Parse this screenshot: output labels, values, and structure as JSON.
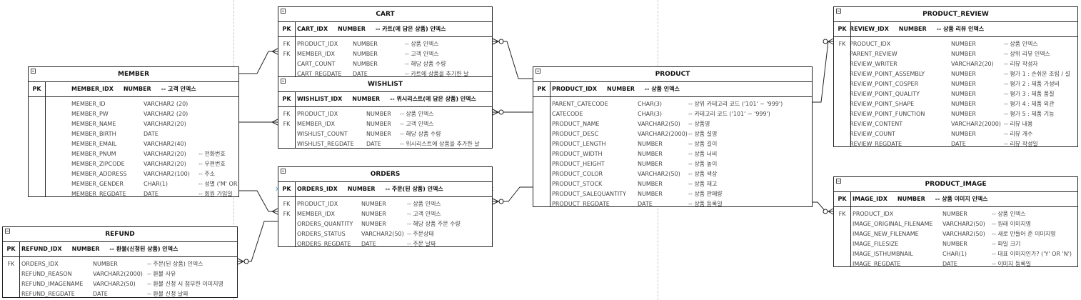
{
  "tables": {
    "member": {
      "title": "MEMBER",
      "pk": "PK",
      "pk_text": "MEMBER_IDX     NUMBER     -- 고객 인덱스",
      "rows": [
        {
          "key": "",
          "name": "MEMBER_ID",
          "type": "VARCHAR2 (20)",
          "comment": ""
        },
        {
          "key": "",
          "name": "MEMBER_PW",
          "type": "VARCHAR2 (20)",
          "comment": ""
        },
        {
          "key": "",
          "name": "MEMBER_NAME",
          "type": "VARCHAR2(20)",
          "comment": ""
        },
        {
          "key": "",
          "name": "MEMBER_BIRTH",
          "type": "DATE",
          "comment": ""
        },
        {
          "key": "",
          "name": "MEMBER_EMAIL",
          "type": "VARCHAR2(40)",
          "comment": ""
        },
        {
          "key": "",
          "name": "MEMBER_PNUM",
          "type": "VARCHAR2(20)",
          "comment": "-- 전화번호"
        },
        {
          "key": "",
          "name": "MEMBER_ZIPCODE",
          "type": "VARCHAR2(20)",
          "comment": "-- 우편번호"
        },
        {
          "key": "",
          "name": "MEMBER_ADDRESS",
          "type": "VARCHAR2(100)",
          "comment": "-- 주소"
        },
        {
          "key": "",
          "name": "MEMBER_GENDER",
          "type": "CHAR(1)",
          "comment": "-- 성별 ('M' OR 'F' OR 'N')"
        },
        {
          "key": "",
          "name": "MEMBER_REGDATE",
          "type": "DATE",
          "comment": "-- 회원 가입일"
        }
      ]
    },
    "cart": {
      "title": "CART",
      "pk": "PK",
      "pk_text": "CART_IDX     NUMBER     -- 카트(에 담은 상품) 인덱스",
      "rows": [
        {
          "key": "FK",
          "name": "PRODUCT_IDX",
          "type": "NUMBER",
          "comment": "-- 상품 인덱스"
        },
        {
          "key": "FK",
          "name": "MEMBER_IDX",
          "type": "NUMBER",
          "comment": "-- 고객 인덱스"
        },
        {
          "key": "",
          "name": "CART_COUNT",
          "type": "NUMBER",
          "comment": "-- 해당 상품 수량"
        },
        {
          "key": "",
          "name": "CART_REGDATE",
          "type": "DATE",
          "comment": "-- 카트에 상품을 추가한 날"
        }
      ]
    },
    "wishlist": {
      "title": "WISHLIST",
      "pk": "PK",
      "pk_text": "WISHLIST_IDX     NUMBER     -- 위시리스트(에 담은 상품) 인덱스",
      "rows": [
        {
          "key": "FK",
          "name": "PRODUCT_IDX",
          "type": "NUMBER",
          "comment": "-- 상품 인덱스"
        },
        {
          "key": "FK",
          "name": "MEMBER_IDX",
          "type": "NUMBER",
          "comment": "-- 고객 인덱스"
        },
        {
          "key": "",
          "name": "WISHLIST_COUNT",
          "type": "NUMBER",
          "comment": "-- 해당 상품 수량"
        },
        {
          "key": "",
          "name": "WISHLIST_REGDATE",
          "type": "DATE",
          "comment": "-- 위시리스트에 상품을 추가한 날"
        }
      ]
    },
    "orders": {
      "title": "ORDERS",
      "pk": "PK",
      "pk_text": "ORDERS_IDX     NUMBER     -- 주문(된 상품) 인덱스",
      "rows": [
        {
          "key": "FK",
          "name": "PRODUCT_IDX",
          "type": "NUMBER",
          "comment": "-- 상품 인덱스"
        },
        {
          "key": "FK",
          "name": "MEMBER_IDX",
          "type": "NUMBER",
          "comment": "-- 고객 인덱스"
        },
        {
          "key": "",
          "name": "ORDERS_QUANTITY",
          "type": "NUMBER",
          "comment": "-- 해당 상품 주문 수량"
        },
        {
          "key": "",
          "name": "ORDERS_STATUS",
          "type": "VARCHAR2(50)",
          "comment": "-- 주문상태"
        },
        {
          "key": "",
          "name": "ORDERS_REGDATE",
          "type": "DATE",
          "comment": "-- 주문 날짜"
        }
      ]
    },
    "refund": {
      "title": "REFUND",
      "pk": "PK",
      "pk_text": "REFUND_IDX     NUMBER     -- 환불(신청된 상품) 인덱스",
      "rows": [
        {
          "key": "FK",
          "name": "ORDERS_IDX",
          "type": "NUMBER",
          "comment": "-- 주문(된 상품) 인덱스"
        },
        {
          "key": "",
          "name": "REFUND_REASON",
          "type": "VARCHAR2(2000)",
          "comment": "-- 환불 사유"
        },
        {
          "key": "",
          "name": "REFUND_IMAGENAME",
          "type": "VARCHAR2(50)",
          "comment": "-- 환불 신청 시 첨부한 이미지명"
        },
        {
          "key": "",
          "name": "REFUND_REGDATE",
          "type": "DATE",
          "comment": "-- 환불 신청 날짜"
        }
      ]
    },
    "product": {
      "title": "PRODUCT",
      "pk": "PK",
      "pk_text": "PRODUCT_IDX     NUMBER     -- 상품 인덱스",
      "rows": [
        {
          "key": "",
          "name": "PARENT_CATECODE",
          "type": "CHAR(3)",
          "comment": "-- 상위 카테고리 코드 ('101' ~ '999')"
        },
        {
          "key": "",
          "name": "CATECODE",
          "type": "CHAR(3)",
          "comment": "-- 카테고리 코드 ('101' ~ '999')"
        },
        {
          "key": "",
          "name": "PRODUCT_NAME",
          "type": "VARCHAR2(50)",
          "comment": "-- 상품명"
        },
        {
          "key": "",
          "name": "PRODUCT_DESC",
          "type": "VARCHAR2(2000)",
          "comment": "-- 상품 설명"
        },
        {
          "key": "",
          "name": "PRODUCT_LENGTH",
          "type": "NUMBER",
          "comment": "-- 상품 길이"
        },
        {
          "key": "",
          "name": "PRODUCT_WIDTH",
          "type": "NUMBER",
          "comment": "-- 상품 너비"
        },
        {
          "key": "",
          "name": "PRODUCT_HEIGHT",
          "type": "NUMBER",
          "comment": "-- 상품 높이"
        },
        {
          "key": "",
          "name": "PRODUCT_COLOR",
          "type": "VARCHAR2(50)",
          "comment": "-- 상품 색상"
        },
        {
          "key": "",
          "name": "PRODUCT_STOCK",
          "type": "NUMBER",
          "comment": "-- 상품 재고"
        },
        {
          "key": "",
          "name": "PRODUCT_SALEQUANTITY",
          "type": "NUMBER",
          "comment": "-- 상품 판매량"
        },
        {
          "key": "",
          "name": "PRODUCT_REGDATE",
          "type": "DATE",
          "comment": "-- 상품 등록일"
        }
      ]
    },
    "product_review": {
      "title": "PRODUCT_REVIEW",
      "pk": "PK",
      "pk_text": "REVIEW_IDX     NUMBER     -- 상품 리뷰 인덱스",
      "rows": [
        {
          "key": "FK",
          "name": "PRODUCT_IDX",
          "type": "NUMBER",
          "comment": "-- 상품 인덱스"
        },
        {
          "key": "",
          "name": "PARENT_REVIEW",
          "type": "NUMBER",
          "comment": "-- 상위 리뷰 인덱스"
        },
        {
          "key": "",
          "name": "REVIEW_WRITER",
          "type": "VARCHAR2(20)",
          "comment": "-- 리뷰 작성자"
        },
        {
          "key": "",
          "name": "REVIEW_POINT_ASSEMBLY",
          "type": "NUMBER",
          "comment": "-- 평가 1 : 손쉬운 조립 / 설"
        },
        {
          "key": "",
          "name": "REVIEW_POINT_COSPER",
          "type": "NUMBER",
          "comment": "-- 평가 2 : 제품 가성비"
        },
        {
          "key": "",
          "name": "REVIEW_POINT_QUALITY",
          "type": "NUMBER",
          "comment": "-- 평가 3 : 제품 품질"
        },
        {
          "key": "",
          "name": "REVIEW_POINT_SHAPE",
          "type": "NUMBER",
          "comment": "-- 평가 4 : 제품 외관"
        },
        {
          "key": "",
          "name": "REVIEW_POINT_FUNCTION",
          "type": "NUMBER",
          "comment": "-- 평가 5 : 제품 기능"
        },
        {
          "key": "",
          "name": "REVIEW_CONTENT",
          "type": "VARCHAR2(2000)",
          "comment": "-- 리뷰 내용"
        },
        {
          "key": "",
          "name": "REVIEW_COUNT",
          "type": "NUMBER",
          "comment": "-- 리뷰 개수"
        },
        {
          "key": "",
          "name": "REVIEW_REGDATE",
          "type": "DATE",
          "comment": "-- 리뷰 작성일"
        }
      ]
    },
    "product_image": {
      "title": "PRODUCT_IMAGE",
      "pk": "PK",
      "pk_text": "IMAGE_IDX     NUMBER     -- 상품 이미지 인덱스",
      "rows": [
        {
          "key": "FK",
          "name": "PRODUCT_IDX",
          "type": "NUMBER",
          "comment": "-- 상품 인덱스"
        },
        {
          "key": "",
          "name": "IMAGE_ORIGINAL_FILENAME",
          "type": "VARCHAR2(50)",
          "comment": "-- 원래 이미지명"
        },
        {
          "key": "",
          "name": "IMAGE_NEW_FILENAME",
          "type": "VARCHAR2(50)",
          "comment": "-- 새로 만들어 준 이미지명"
        },
        {
          "key": "",
          "name": "IMAGE_FILESIZE",
          "type": "NUMBER",
          "comment": "-- 파일 크기"
        },
        {
          "key": "",
          "name": "IMAGE_ISTHUMBNAIL",
          "type": "CHAR(1)",
          "comment": "-- 대표 이미지인가? ('Y' OR 'N')"
        },
        {
          "key": "",
          "name": "IMAGE_REGDATE",
          "type": "DATE",
          "comment": "-- 이미지 등록일"
        }
      ]
    }
  },
  "anchor_glyph": "x",
  "colors": {
    "border": "#222222",
    "text": "#444444",
    "guide": "#c8c8c8",
    "anchor": "#3b9ad9"
  }
}
